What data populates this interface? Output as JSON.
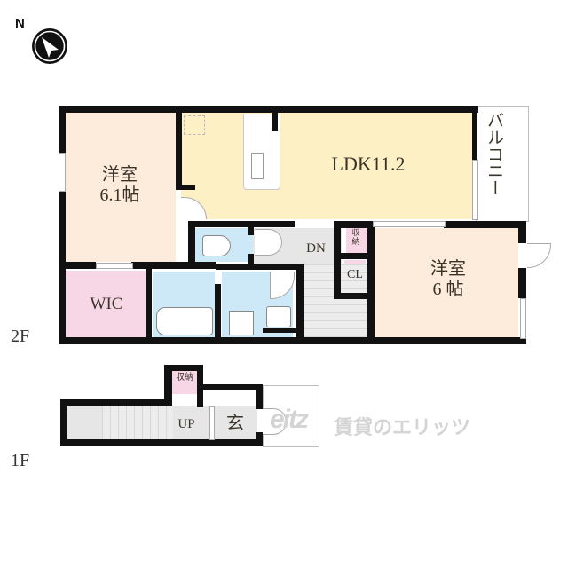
{
  "compass": {
    "north_label": "N",
    "icon": "north-arrow-icon"
  },
  "floors": {
    "second": {
      "label": "2F",
      "rooms": {
        "western_room_left": {
          "name": "洋室",
          "size": "6.1帖"
        },
        "ldk": {
          "name": "LDK11.2"
        },
        "balcony": {
          "name": "バルコニー"
        },
        "western_room_right": {
          "name": "洋室",
          "size": "6 帖"
        },
        "wic": {
          "name": "WIC"
        },
        "storage": {
          "name": "収納"
        },
        "closet": {
          "name": "CL"
        },
        "stairs_down": {
          "name": "DN"
        }
      }
    },
    "first": {
      "label": "1F",
      "rooms": {
        "storage": {
          "name": "収納"
        },
        "stairs_up": {
          "name": "UP"
        },
        "entrance": {
          "name": "玄"
        }
      }
    }
  },
  "watermark": {
    "logo": "eitz",
    "text": "賃貸のエリッツ"
  },
  "colors": {
    "western_room": "#fdebdc",
    "ldk": "#fdf0c4",
    "wet_area": "#cde8f7",
    "storage": "#f7d6e6",
    "hallway": "#e6e6e6",
    "wall": "#111111"
  }
}
